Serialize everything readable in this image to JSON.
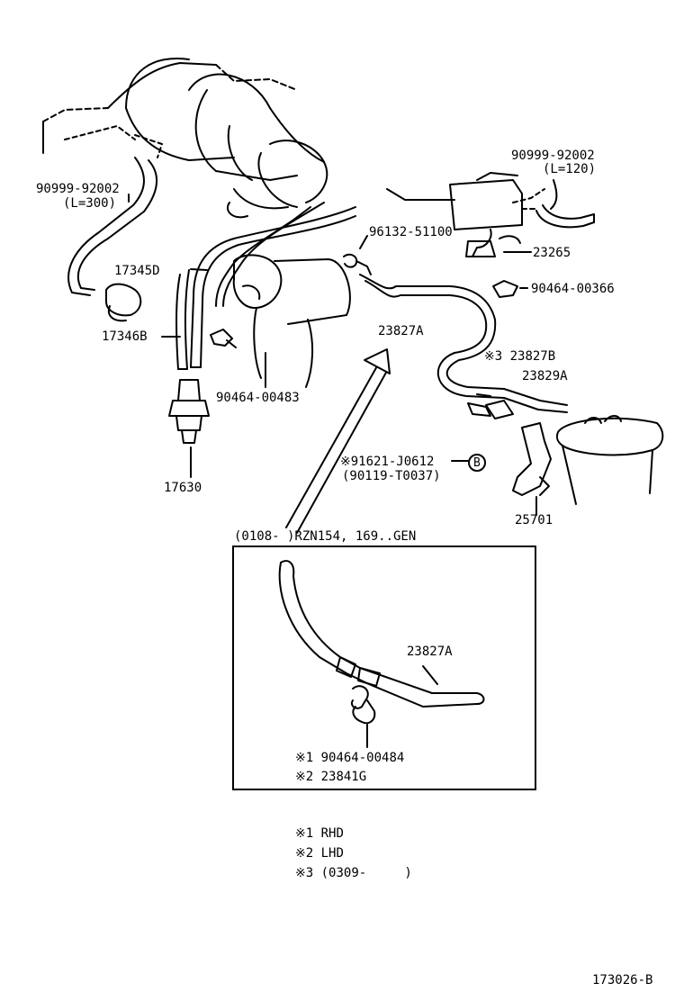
{
  "diagram_id": "173026-B",
  "labels": {
    "p9099_left": "90999-92002",
    "p9099_left_len": "(L=300)",
    "p9099_right": "90999-92002",
    "p9099_right_len": "(L=120)",
    "p17345d": "17345D",
    "p17346b": "17346B",
    "p96132": "96132-51100",
    "p23265": "23265",
    "p90464_00366": "90464-00366",
    "p23827a_top": "23827A",
    "p23827b": "※3 23827B",
    "p23829a": "23829A",
    "p90464_00483": "90464-00483",
    "p17630": "17630",
    "p91621": "※91621-J0612",
    "p90119": "(90119-T0037)",
    "ref_b": "B",
    "p25701": "25701"
  },
  "inset": {
    "header": "(0108-    )RZN154, 169..GEN",
    "p23827a": "23827A",
    "p90464_00484": "※1 90464-00484",
    "p23841g": "※2 23841G"
  },
  "legend": [
    {
      "mark": "※1",
      "text": "RHD"
    },
    {
      "mark": "※2",
      "text": "LHD"
    },
    {
      "mark": "※3",
      "text": "(0309-     )"
    }
  ]
}
